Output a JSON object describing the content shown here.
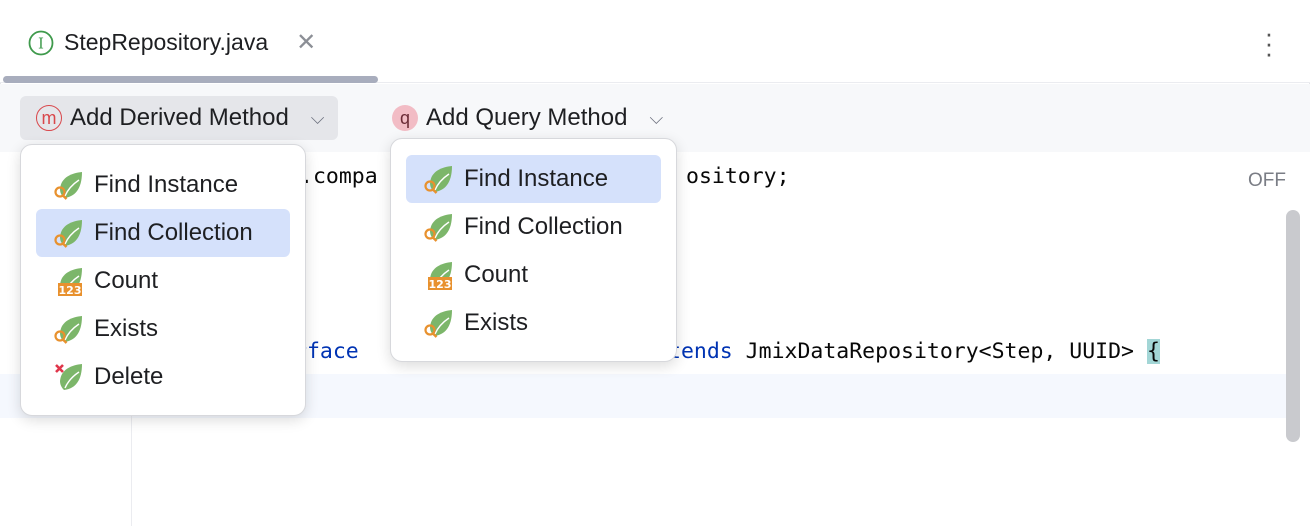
{
  "tab": {
    "title": "StepRepository.java",
    "icon": "interface-icon",
    "close_icon": "close-icon",
    "more_icon": "kebab-icon"
  },
  "toolbar": {
    "derived": {
      "label": "Add Derived Method",
      "badge": "m"
    },
    "query": {
      "label": "Add Query Method",
      "badge": "q"
    }
  },
  "code": {
    "line1a": ".compa",
    "line1b": "ository;",
    "line5kw": "rface",
    "line5kw2": "tends",
    "line5rest": " JmixDataRepository<Step, UUID> ",
    "brace": "{"
  },
  "status": {
    "off": "OFF"
  },
  "derived_menu": {
    "items": [
      {
        "label": "Find Instance",
        "icon": "spring-find-icon"
      },
      {
        "label": "Find Collection",
        "icon": "spring-find-icon",
        "selected": true
      },
      {
        "label": "Count",
        "icon": "spring-count-icon"
      },
      {
        "label": "Exists",
        "icon": "spring-find-icon"
      },
      {
        "label": "Delete",
        "icon": "spring-delete-icon"
      }
    ]
  },
  "query_menu": {
    "items": [
      {
        "label": "Find Instance",
        "icon": "spring-find-icon",
        "selected": true
      },
      {
        "label": "Find Collection",
        "icon": "spring-find-icon"
      },
      {
        "label": "Count",
        "icon": "spring-count-icon"
      },
      {
        "label": "Exists",
        "icon": "spring-find-icon"
      }
    ]
  },
  "colors": {
    "accent_selection": "#d5e1fb",
    "keyword": "#0033b3",
    "leaf": "#7cb66a",
    "magnifier": "#e8912e",
    "badge_m": "#d9474b",
    "badge_q": "#f2bcc5"
  }
}
